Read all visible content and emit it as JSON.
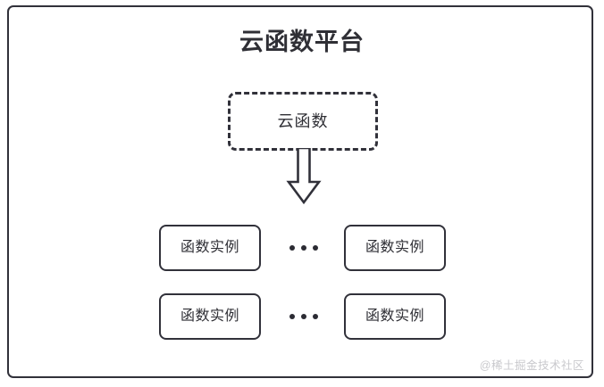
{
  "diagram": {
    "title": "云函数平台",
    "frame": {
      "border_color": "#31313a",
      "background": "#ffffff"
    },
    "cloud_function_node": {
      "label": "云函数",
      "style": "dashed",
      "border_color": "#31313a"
    },
    "arrow": {
      "name": "down-block-arrow",
      "direction": "down",
      "color": "#31313a"
    },
    "instance_rows": [
      {
        "left_box_label": "函数实例",
        "ellipsis": "•••",
        "right_box_label": "函数实例"
      },
      {
        "left_box_label": "函数实例",
        "ellipsis": "•••",
        "right_box_label": "函数实例"
      }
    ],
    "watermark": "@稀土掘金技术社区",
    "colors": {
      "stroke": "#31313a",
      "text": "#2f2f35",
      "watermark": "#c9c9cd"
    }
  }
}
